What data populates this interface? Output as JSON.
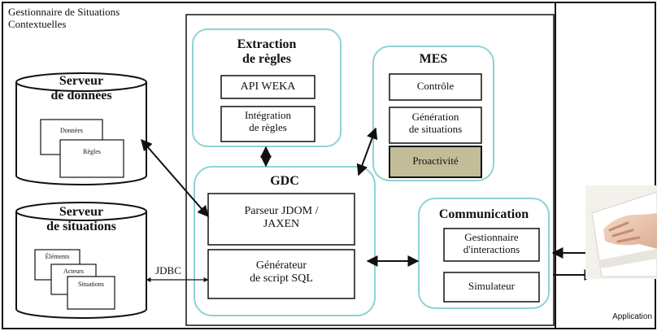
{
  "title": {
    "line1": "Gestionnaire de Situations",
    "line2": "Contextuelles"
  },
  "databases": {
    "donnees": {
      "title1": "Serveur",
      "title2": "de données",
      "docs": [
        "Données",
        "Règles"
      ]
    },
    "situations": {
      "title1": "Serveur",
      "title2": "de situations",
      "docs": [
        "Éléments",
        "Acteurs",
        "Situations"
      ]
    }
  },
  "jdbc_label": "JDBC",
  "extraction": {
    "title1": "Extraction",
    "title2": "de règles",
    "api": "API WEKA",
    "integration1": "Intégration",
    "integration2": "de règles"
  },
  "mes": {
    "title": "MES",
    "controle": "Contrôle",
    "generation1": "Génération",
    "generation2": "de situations",
    "proactivite": "Proactivité"
  },
  "gdc": {
    "title": "GDC",
    "parseur1": "Parseur JDOM /",
    "parseur2": "JAXEN",
    "generateur1": "Générateur",
    "generateur2": "de script SQL"
  },
  "communication": {
    "title": "Communication",
    "gestionnaire1": "Gestionnaire",
    "gestionnaire2": "d'interactions",
    "simulateur": "Simulateur"
  },
  "application_label": "Application",
  "colors": {
    "panel_border": "#8fd3d3",
    "proactivite_fill": "#c2bc99",
    "line": "#111111"
  }
}
